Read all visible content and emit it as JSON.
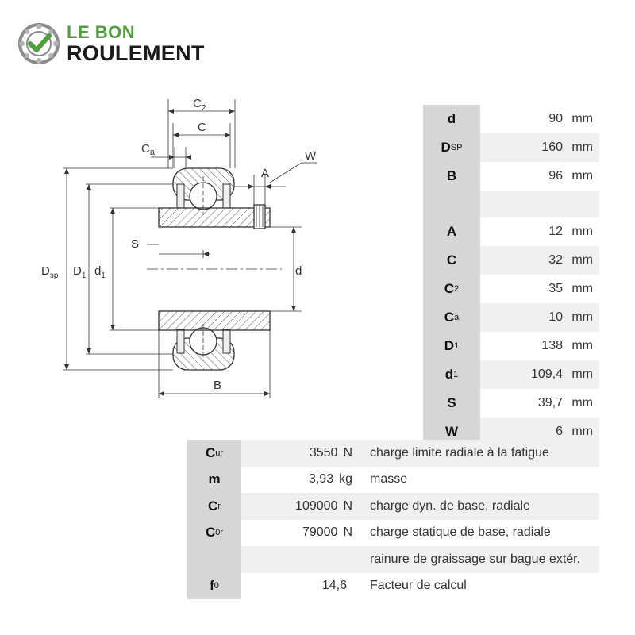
{
  "logo": {
    "line1": "LE BON",
    "line2": "ROULEMENT",
    "accent": "#4f9f3d"
  },
  "drawing": {
    "labels": {
      "c2": "C",
      "c2_sub": "2",
      "c": "C",
      "ca": "C",
      "ca_sub": "a",
      "w": "W",
      "a": "A",
      "s": "S",
      "dsp": "D",
      "dsp_sub": "sp",
      "d1_upper": "D",
      "d1_upper_sub": "1",
      "d1_lower": "d",
      "d1_lower_sub": "1",
      "d": "d",
      "b": "B"
    }
  },
  "dimensions": {
    "rows": [
      {
        "sym": "d",
        "sub": "",
        "value": "90",
        "unit": "mm"
      },
      {
        "sym": "D",
        "sub": "SP",
        "value": "160",
        "unit": "mm"
      },
      {
        "sym": "B",
        "sub": "",
        "value": "96",
        "unit": "mm"
      },
      {
        "sym": "A",
        "sub": "",
        "value": "12",
        "unit": "mm"
      },
      {
        "sym": "C",
        "sub": "",
        "value": "32",
        "unit": "mm"
      },
      {
        "sym": "C",
        "sub": "2",
        "value": "35",
        "unit": "mm"
      },
      {
        "sym": "C",
        "sub": "a",
        "value": "10",
        "unit": "mm"
      },
      {
        "sym": "D",
        "sub": "1",
        "value": "138",
        "unit": "mm"
      },
      {
        "sym": "d",
        "sub": "1",
        "value": "109,4",
        "unit": "mm"
      },
      {
        "sym": "S",
        "sub": "",
        "value": "39,7",
        "unit": "mm"
      },
      {
        "sym": "W",
        "sub": "",
        "value": "6",
        "unit": "mm"
      }
    ]
  },
  "properties": {
    "rows": [
      {
        "sym": "C",
        "sub": "ur",
        "value": "3550",
        "unit": "N",
        "desc": "charge limite radiale à la fatigue"
      },
      {
        "sym": "m",
        "sub": "",
        "value": "3,93",
        "unit": "kg",
        "desc": "masse"
      },
      {
        "sym": "C",
        "sub": "r",
        "value": "109000",
        "unit": "N",
        "desc": "charge dyn. de base, radiale"
      },
      {
        "sym": "C",
        "sub": "0r",
        "value": "79000",
        "unit": "N",
        "desc": "charge statique de base, radiale"
      },
      {
        "sym": "",
        "sub": "",
        "value": "",
        "unit": "",
        "desc": "rainure de graissage sur bague extér."
      },
      {
        "sym": "f",
        "sub": "0",
        "value": "14,6",
        "unit": "",
        "desc": "Facteur de calcul"
      }
    ]
  }
}
